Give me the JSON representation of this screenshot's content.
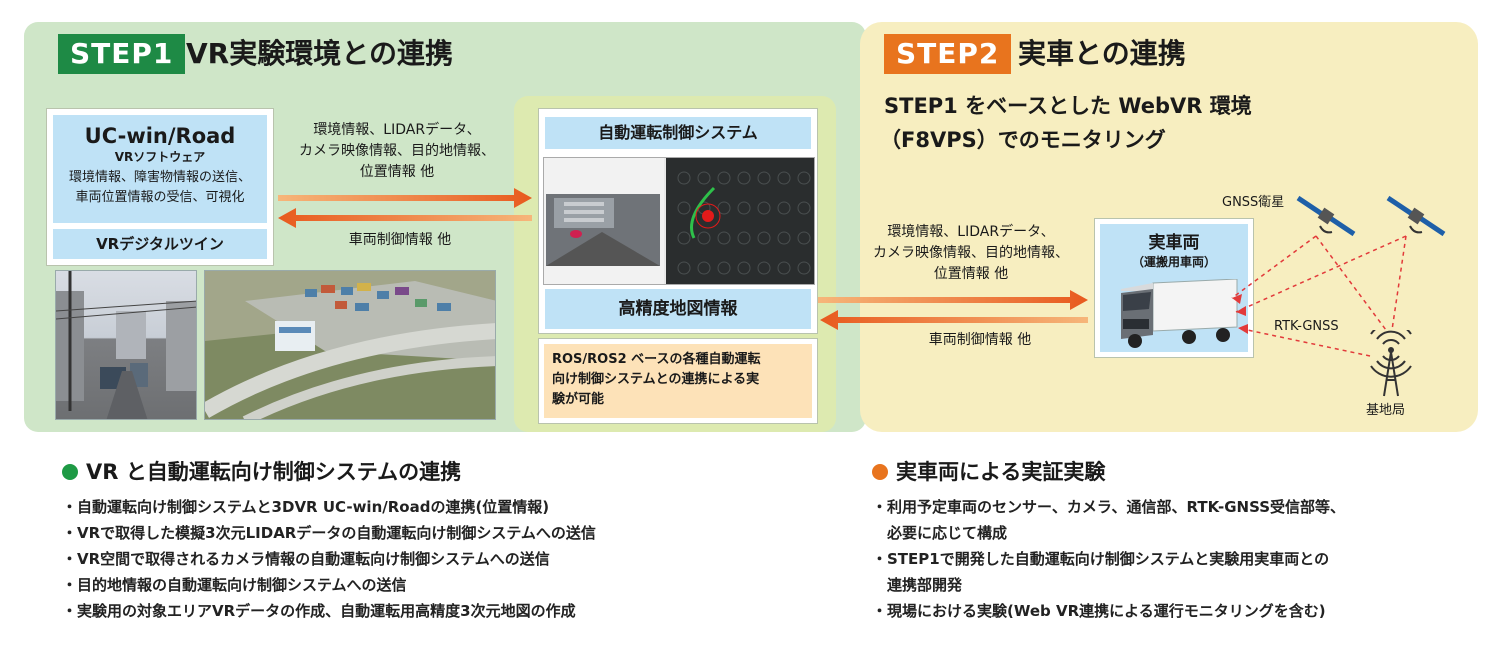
{
  "step1": {
    "badge": "STEP1",
    "title": "VR実験環境との連携",
    "ucwin": {
      "title": "UC-win/Road",
      "subtitle": "VRソフトウェア",
      "desc_line1": "環境情報、障害物情報の送信、",
      "desc_line2": "車両位置情報の受信、可視化",
      "digital_twin": "VRデジタルツイン"
    },
    "arrow_right_line1": "環境情報、LIDARデータ、",
    "arrow_right_line2": "カメラ映像情報、目的地情報、",
    "arrow_right_line3": "位置情報 他",
    "arrow_left": "車両制御情報 他",
    "control": {
      "title": "自動運転制御システム",
      "map_title": "高精度地図情報",
      "ros_line1": "ROS/ROS2 ベースの各種自動運転",
      "ros_line2": "向け制御システムとの連携による実",
      "ros_line3": "験が可能"
    }
  },
  "step2": {
    "badge": "STEP2",
    "title": "実車との連携",
    "subtitle_line1": "STEP1 をベースとした WebVR 環境",
    "subtitle_line2": "（F8VPS）でのモニタリング",
    "arrow_right_line1": "環境情報、LIDARデータ、",
    "arrow_right_line2": "カメラ映像情報、目的地情報、",
    "arrow_right_line3": "位置情報 他",
    "arrow_left": "車両制御情報 他",
    "vehicle_title": "実車両",
    "vehicle_sub": "（運搬用車両）",
    "gnss": "GNSS衛星",
    "rtk": "RTK-GNSS",
    "base_station": "基地局"
  },
  "section1": {
    "heading": "VR と自動運転向け制御システムの連携",
    "items": [
      "・自動運転向け制御システムと3DVR UC-win/Roadの連携(位置情報)",
      "・VRで取得した模擬3次元LIDARデータの自動運転向け制御システムへの送信",
      "・VR空間で取得されるカメラ情報の自動運転向け制御システムへの送信",
      "・目的地情報の自動運転向け制御システムへの送信",
      "・実験用の対象エリアVRデータの作成、自動運転用高精度3次元地図の作成"
    ]
  },
  "section2": {
    "heading": "実車両による実証実験",
    "items": [
      "・利用予定車両のセンサー、カメラ、通信部、RTK-GNSS受信部等、",
      "　必要に応じて構成",
      "・STEP1で開発した自動運転向け制御システムと実験用実車両との",
      "　連携部開発",
      "・現場における実験(Web VR連携による運行モニタリングを含む)"
    ]
  },
  "colors": {
    "step1_badge": "#1e8a45",
    "step2_badge": "#e8741e",
    "arrow": "#e8601e",
    "green_dot": "#1e9a45",
    "orange_dot": "#e8741e"
  }
}
